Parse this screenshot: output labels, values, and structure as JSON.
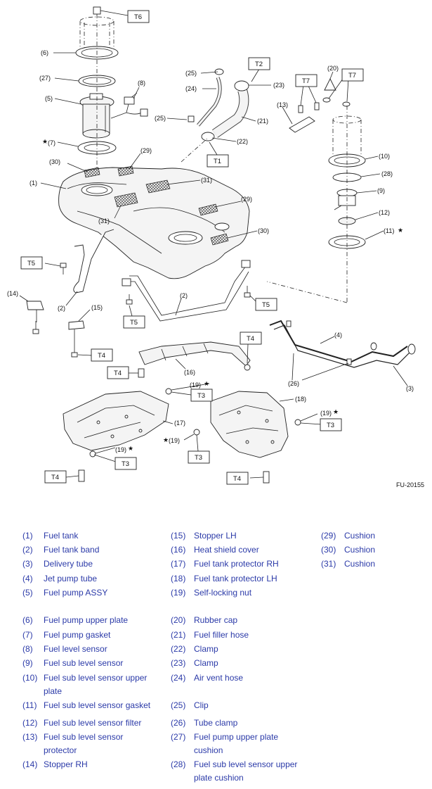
{
  "figure_code": "FU-20155",
  "torque_labels": [
    "T1",
    "T2",
    "T3",
    "T4",
    "T5",
    "T6",
    "T7"
  ],
  "callouts": {
    "c1": "(1)",
    "c2a": "(2)",
    "c2b": "(2)",
    "c3": "(3)",
    "c4": "(4)",
    "c5": "(5)",
    "c6": "(6)",
    "c7": "(7)",
    "c8": "(8)",
    "c9": "(9)",
    "c10": "(10)",
    "c11": "(11)",
    "c12": "(12)",
    "c13": "(13)",
    "c14": "(14)",
    "c15": "(15)",
    "c16": "(16)",
    "c17": "(17)",
    "c18": "(18)",
    "c19a": "(19)",
    "c19b": "(19)",
    "c19c": "(19)",
    "c19d": "(19)",
    "c20": "(20)",
    "c21": "(21)",
    "c22": "(22)",
    "c23": "(23)",
    "c24": "(24)",
    "c25a": "(25)",
    "c25b": "(25)",
    "c26": "(26)",
    "c27": "(27)",
    "c28": "(28)",
    "c29a": "(29)",
    "c29b": "(29)",
    "c30a": "(30)",
    "c30b": "(30)",
    "c31a": "(31)",
    "c31b": "(31)",
    "star": "★"
  },
  "legend": {
    "col1": [
      {
        "num": "(1)",
        "name": "Fuel tank"
      },
      {
        "num": "(2)",
        "name": "Fuel tank band"
      },
      {
        "num": "(3)",
        "name": "Delivery tube"
      },
      {
        "num": "(4)",
        "name": "Jet pump tube"
      },
      {
        "num": "(5)",
        "name": "Fuel pump ASSY"
      },
      {
        "num": "(6)",
        "name": "Fuel pump upper plate"
      },
      {
        "num": "(7)",
        "name": "Fuel pump gasket"
      },
      {
        "num": "(8)",
        "name": "Fuel level sensor"
      },
      {
        "num": "(9)",
        "name": "Fuel sub level sensor"
      },
      {
        "num": "(10)",
        "name": "Fuel sub level sensor upper",
        "name2": "plate"
      },
      {
        "num": "(11)",
        "name": "Fuel sub level sensor gasket"
      },
      {
        "num": "(12)",
        "name": "Fuel sub level sensor filter"
      },
      {
        "num": "(13)",
        "name": "Fuel sub level sensor",
        "name2": "protector"
      },
      {
        "num": "(14)",
        "name": "Stopper RH"
      }
    ],
    "col2": [
      {
        "num": "(15)",
        "name": "Stopper LH"
      },
      {
        "num": "(16)",
        "name": "Heat shield cover"
      },
      {
        "num": "(17)",
        "name": "Fuel tank protector RH"
      },
      {
        "num": "(18)",
        "name": "Fuel tank protector LH"
      },
      {
        "num": "(19)",
        "name": "Self-locking nut"
      },
      {
        "num": "(20)",
        "name": "Rubber cap"
      },
      {
        "num": "(21)",
        "name": "Fuel filler hose"
      },
      {
        "num": "(22)",
        "name": "Clamp"
      },
      {
        "num": "(23)",
        "name": "Clamp"
      },
      {
        "num": "(24)",
        "name": "Air vent hose"
      },
      {
        "num": "(25)",
        "name": "Clip"
      },
      {
        "num": "(26)",
        "name": "Tube clamp"
      },
      {
        "num": "(27)",
        "name": "Fuel pump upper plate",
        "name2": "cushion"
      },
      {
        "num": "(28)",
        "name": "Fuel sub level sensor upper",
        "name2": "plate cushion"
      }
    ],
    "col3": [
      {
        "num": "(29)",
        "name": "Cushion"
      },
      {
        "num": "(30)",
        "name": "Cushion"
      },
      {
        "num": "(31)",
        "name": "Cushion"
      }
    ]
  }
}
